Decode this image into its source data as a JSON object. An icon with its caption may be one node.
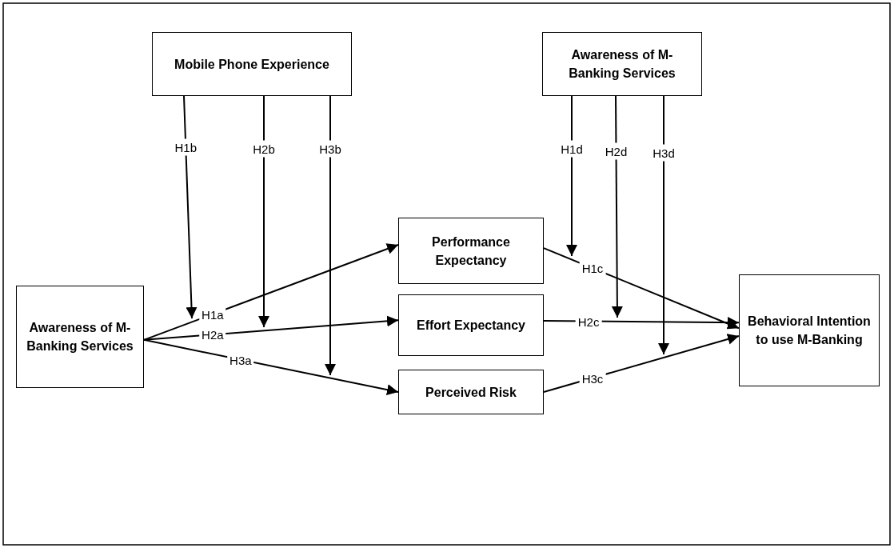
{
  "diagram": {
    "nodes": [
      {
        "text": [
          "Mobile Phone Experience"
        ]
      },
      {
        "text": [
          "Awareness of M-Banking Services"
        ]
      },
      {
        "text": [
          "Performance Expectancy"
        ]
      },
      {
        "text": [
          "Awareness of M-Banking Services"
        ]
      },
      {
        "text": [
          "Effort Expectancy"
        ]
      },
      {
        "text": [
          "Perceived Risk"
        ]
      },
      {
        "text": [
          "Behavioral Intention to use M-Banking"
        ]
      }
    ],
    "edges": [
      {
        "from": 3,
        "to": 2,
        "arrow": "to",
        "label": "H1a"
      },
      {
        "from": 3,
        "to": 4,
        "arrow": "to",
        "label": "H2a"
      },
      {
        "from": 3,
        "to": 5,
        "arrow": "to",
        "label": "H3a"
      },
      {
        "from": 2,
        "to": 6,
        "arrow": "to",
        "label": "H1c"
      },
      {
        "from": 4,
        "to": 6,
        "arrow": "to",
        "label": "H2c"
      },
      {
        "from": 5,
        "to": 6,
        "arrow": "to",
        "label": "H3c"
      },
      {
        "from": 0,
        "to": null,
        "arrow": "to",
        "label": "H1b"
      },
      {
        "from": 0,
        "to": null,
        "arrow": "to",
        "label": "H2b"
      },
      {
        "from": 0,
        "to": null,
        "arrow": "to",
        "label": "H3b"
      },
      {
        "from": 1,
        "to": null,
        "arrow": "to",
        "label": "H1d"
      },
      {
        "from": 1,
        "to": null,
        "arrow": "to",
        "label": "H2d"
      },
      {
        "from": 1,
        "to": null,
        "arrow": "to",
        "label": "H3d"
      }
    ]
  }
}
